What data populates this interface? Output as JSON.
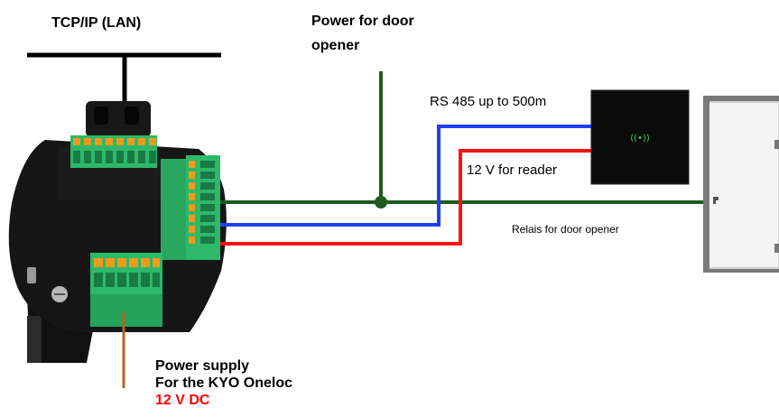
{
  "labels": {
    "lan": "TCP/IP (LAN)",
    "door_power_line1": "Power for door",
    "door_power_line2": "opener",
    "rs485": "RS 485 up to 500m",
    "reader_12v": "12 V for reader",
    "relais": "Relais for door opener",
    "supply_line1": "Power supply",
    "supply_line2": "For the KYO Oneloc",
    "supply_line3": "12 V DC"
  },
  "colors": {
    "door_opener_wire": "#1f5a1f",
    "rs485_wire": "#1f3fff",
    "reader_power_wire": "#ff1010",
    "power_supply_wire": "#b5651d",
    "lan_cable": "#000000",
    "supply_voltage_text": "#ff0000",
    "terminal_green": "#2eb86a",
    "terminal_orange": "#f29a1c",
    "device_body": "#141414",
    "reader_body": "#0b0b0b",
    "reader_icon": "#2fd44a"
  }
}
